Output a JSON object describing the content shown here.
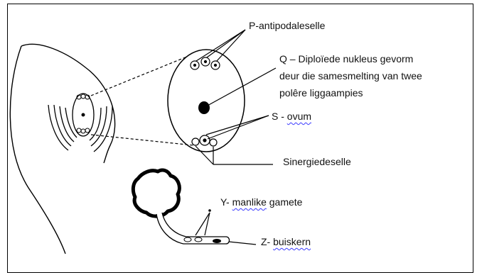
{
  "labels": {
    "p_label": "P-antipodaleselle",
    "q_line1": "Q – Diploïede nukleus gevorm",
    "q_line2": "deur die samesmelting van twee",
    "q_line3": "polêre liggaampies",
    "s_prefix": "S - ",
    "s_word": "ovum",
    "sinergide_label": "Sinergiedeselle",
    "y_prefix": "Y- ",
    "y_word": "manlike",
    "y_suffix": " gamete",
    "z_prefix": "Z- ",
    "z_word": "buiskern"
  }
}
